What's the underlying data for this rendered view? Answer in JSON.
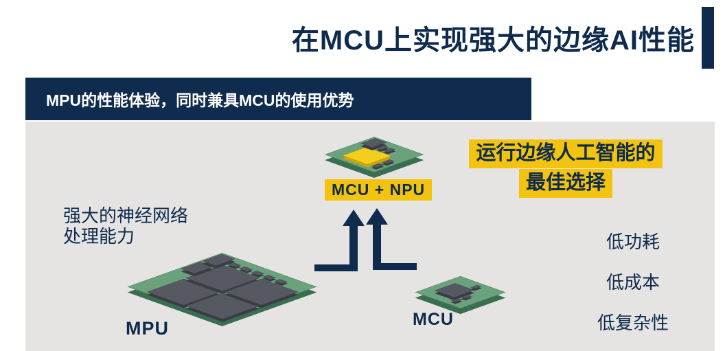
{
  "title": "在MCU上实现强大的边缘AI性能",
  "band": {
    "text": "MPU的性能体验，同时兼具MCU的使用优势"
  },
  "diagram": {
    "mcu_npu_label": "MCU + NPU",
    "mpu_label": "MPU",
    "mcu_label": "MCU",
    "left_note_line1": "强大的神经网络",
    "left_note_line2": "处理能力",
    "highlight_line1": "运行边缘人工智能的",
    "highlight_line2": "最佳选择",
    "benefits": [
      "低功耗",
      "低成本",
      "低复杂性"
    ]
  },
  "colors": {
    "navy": "#0e2a4c",
    "band_navy": "#0f2b4d",
    "panel_gray": "#e5e4e2",
    "highlight_yellow": "#f2c410",
    "board_green_top": "#6ba17c",
    "board_green_side": "#3a6e50",
    "chip_gray": "#575962",
    "chip_yellow": "#f2ce1d",
    "text_white": "#ffffff"
  }
}
